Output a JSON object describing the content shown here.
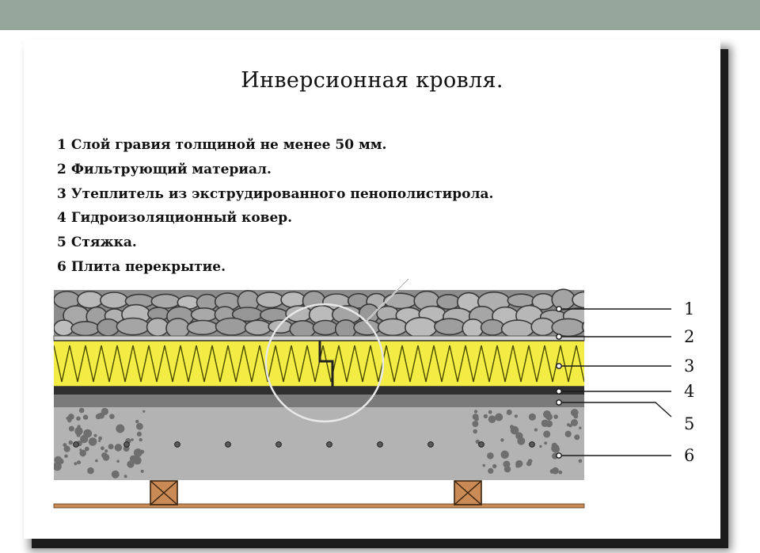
{
  "title": "Инверсионная кровля.",
  "legend": [
    {
      "num": "1",
      "text": "Слой гравия толщиной не менее 50 мм."
    },
    {
      "num": "2",
      "text": "Фильтрующий материал."
    },
    {
      "num": "3",
      "text": "Утеплитель из экструдированного пенополистирола."
    },
    {
      "num": "4",
      "text": "Гидроизоляционный ковер."
    },
    {
      "num": "5",
      "text": "Стяжка."
    },
    {
      "num": "6",
      "text": "Плита перекрытие."
    }
  ],
  "callouts": [
    "1",
    "2",
    "3",
    "4",
    "5",
    "6"
  ],
  "colors": {
    "header": "#94a69a",
    "gravel": "#9a9a9a",
    "insulation": "#f2ec45",
    "waterproofing": "#2f2f2f",
    "screed": "#7a7a7a",
    "slab": "#b3b3b3",
    "beam": "#c98a55"
  }
}
